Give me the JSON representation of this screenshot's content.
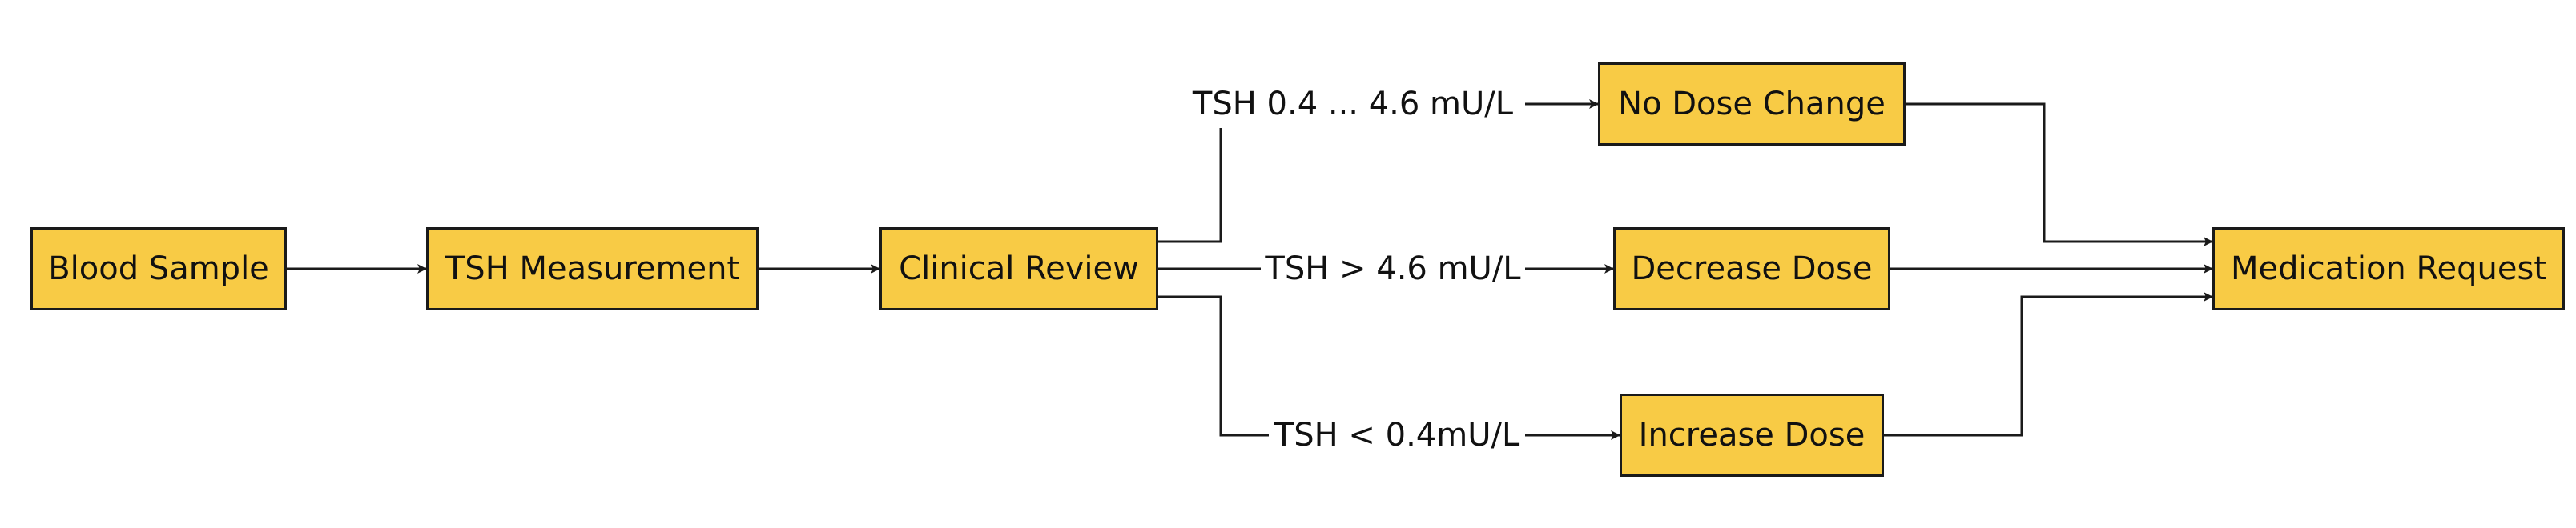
{
  "nodes": {
    "blood_sample": "Blood Sample",
    "tsh_measurement": "TSH Measurement",
    "clinical_review": "Clinical Review",
    "no_dose_change": "No Dose Change",
    "decrease_dose": "Decrease Dose",
    "increase_dose": "Increase Dose",
    "medication_request": "Medication Request"
  },
  "edge_labels": {
    "normal": "TSH 0.4 ... 4.6 mU/L",
    "high": "TSH > 4.6 mU/L",
    "low": "TSH < 0.4mU/L"
  },
  "colors": {
    "node_fill": "#f8cb45",
    "stroke": "#1a1a1a"
  }
}
